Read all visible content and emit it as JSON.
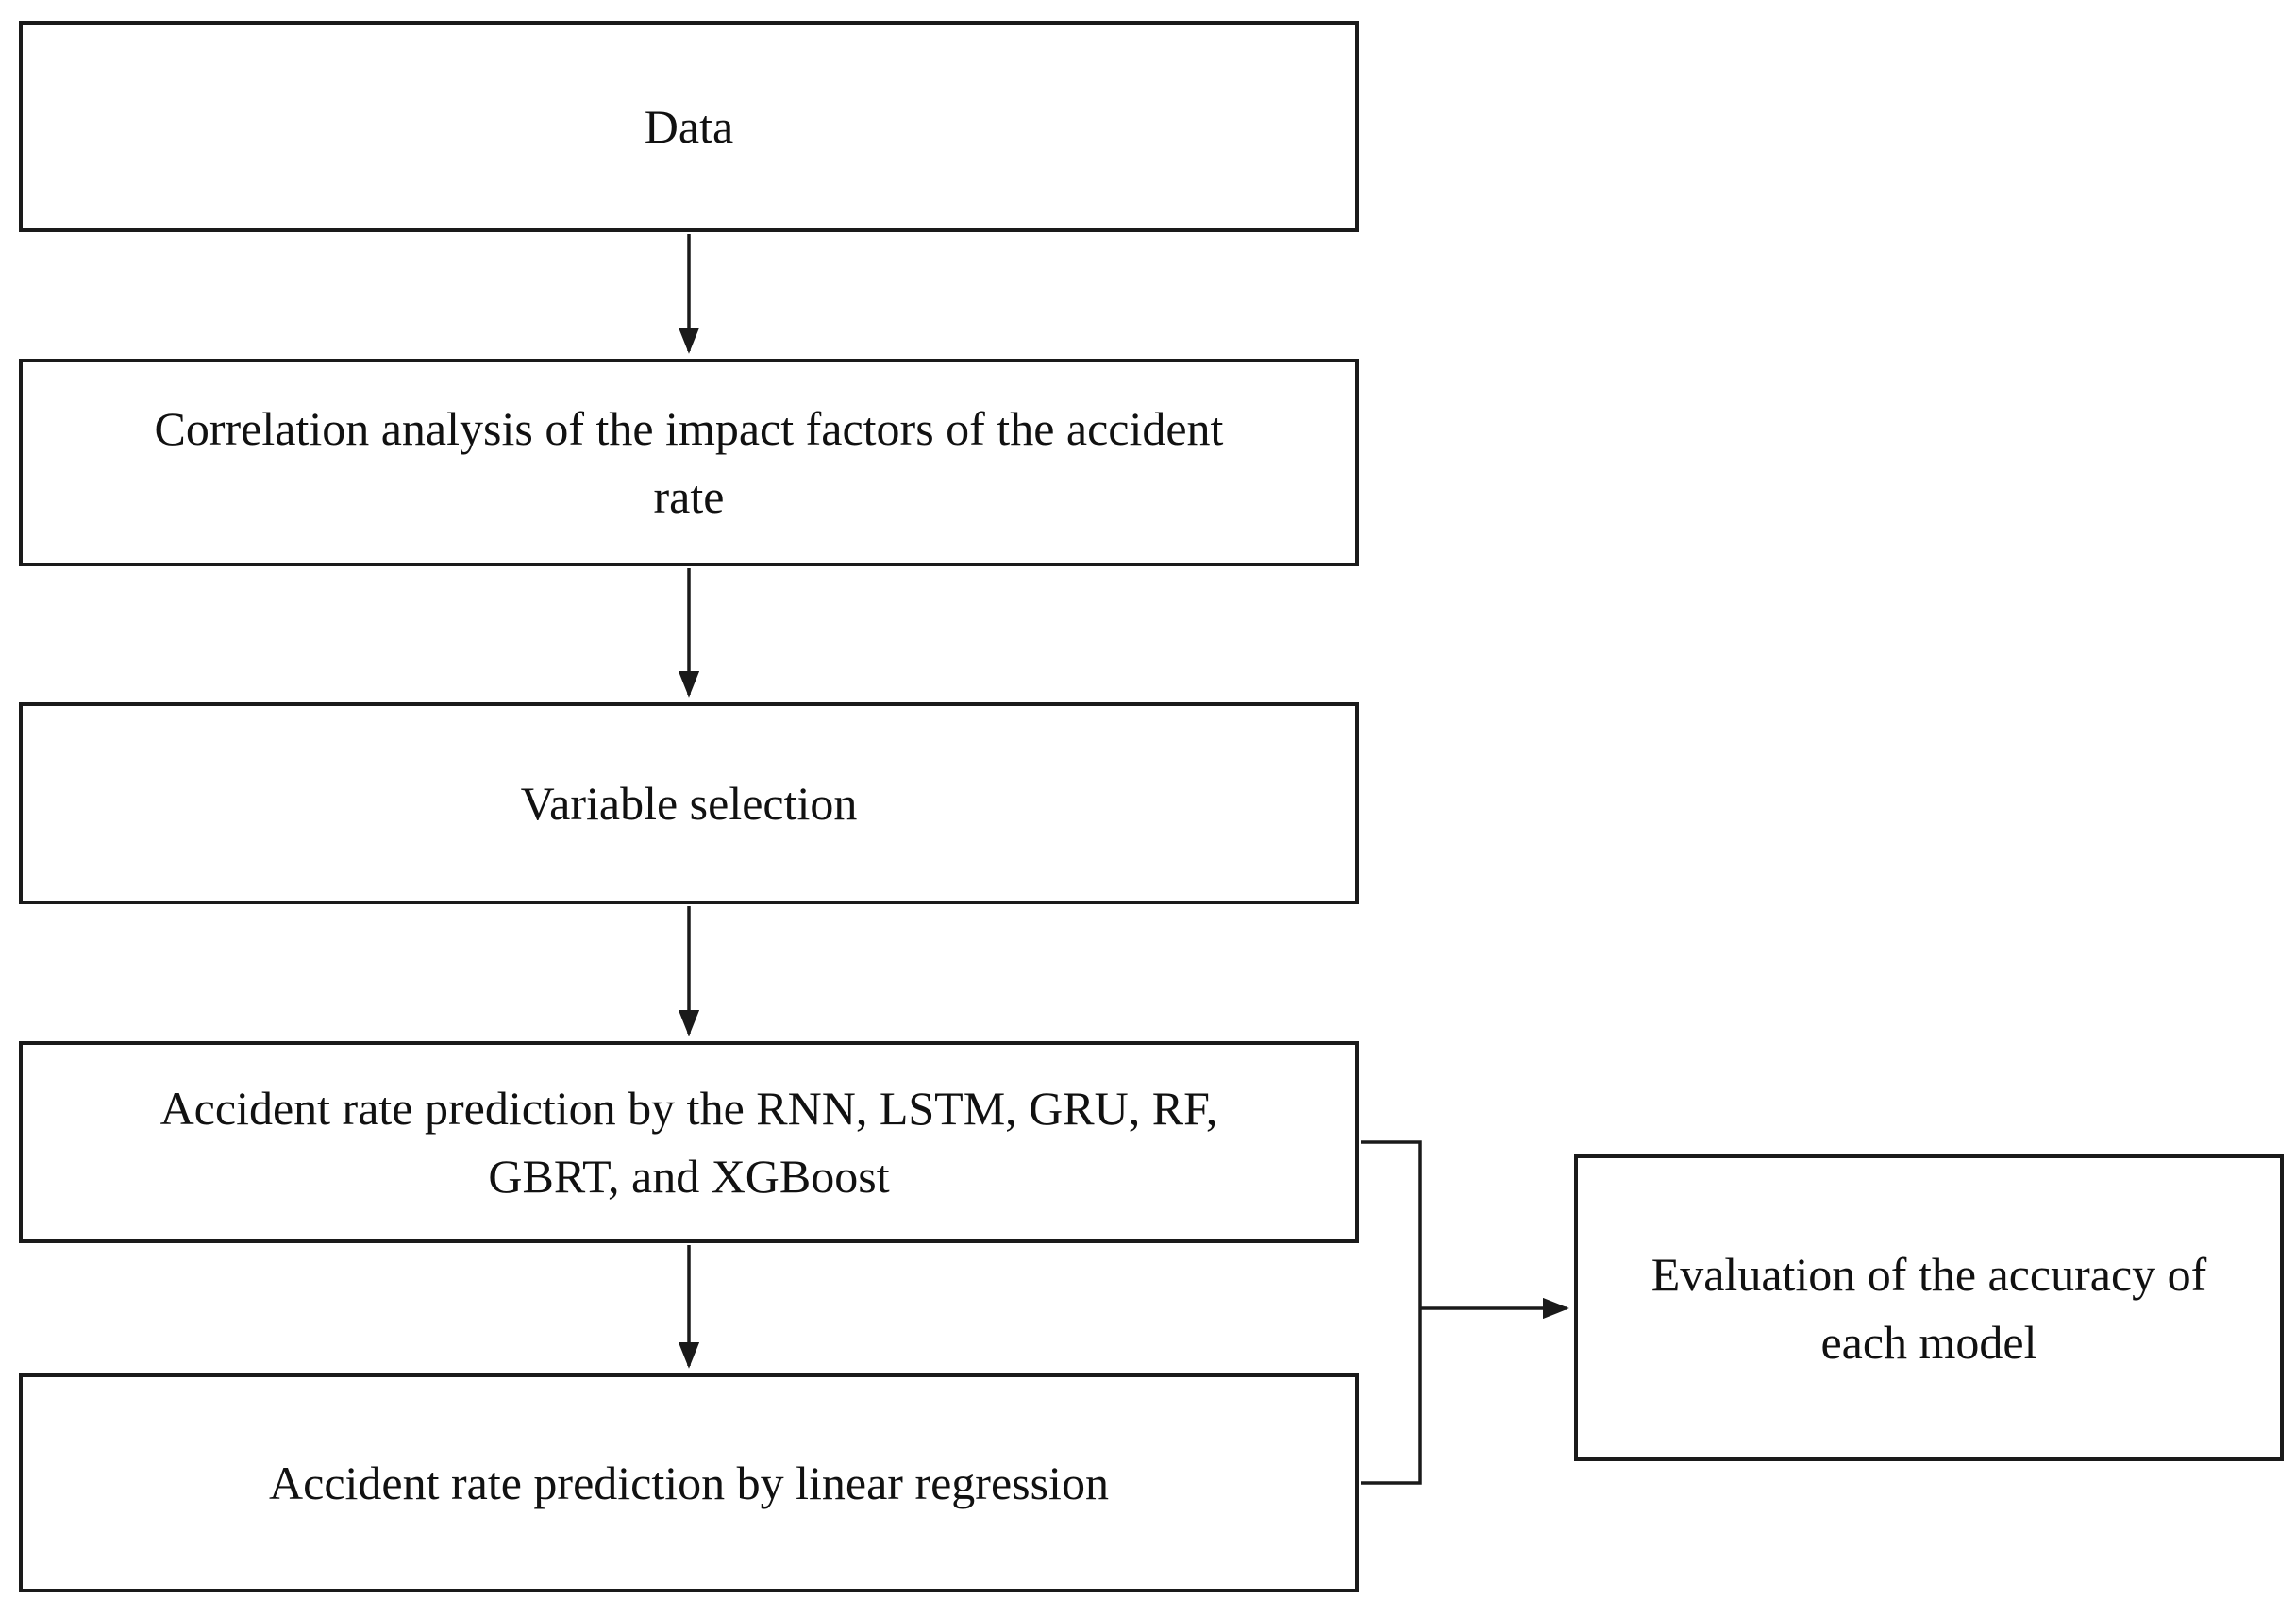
{
  "diagram": {
    "type": "flowchart",
    "background_color": "#ffffff",
    "box_fill_color": "#ffffff",
    "box_border_color": "#1a1a1a",
    "text_color": "#111111",
    "nodes": {
      "data": {
        "label": "Data"
      },
      "correlation": {
        "label": "Correlation analysis of the impact factors of the accident\nrate"
      },
      "variable_selection": {
        "label": "Variable selection"
      },
      "ml_prediction": {
        "label": "Accident rate prediction by the RNN, LSTM, GRU, RF,\nGBRT, and XGBoost"
      },
      "linear_regression": {
        "label": "Accident rate prediction by linear regression"
      },
      "evaluation": {
        "label": "Evaluation of the accuracy of\neach model"
      }
    },
    "edges": [
      {
        "from": "data",
        "to": "correlation",
        "style": "arrow-down"
      },
      {
        "from": "correlation",
        "to": "variable_selection",
        "style": "arrow-down"
      },
      {
        "from": "variable_selection",
        "to": "ml_prediction",
        "style": "arrow-down"
      },
      {
        "from": "ml_prediction",
        "to": "linear_regression",
        "style": "arrow-down"
      },
      {
        "from": "ml_prediction",
        "to": "evaluation",
        "style": "bracket-right-arrow"
      },
      {
        "from": "linear_regression",
        "to": "evaluation",
        "style": "bracket-right-arrow"
      }
    ]
  }
}
